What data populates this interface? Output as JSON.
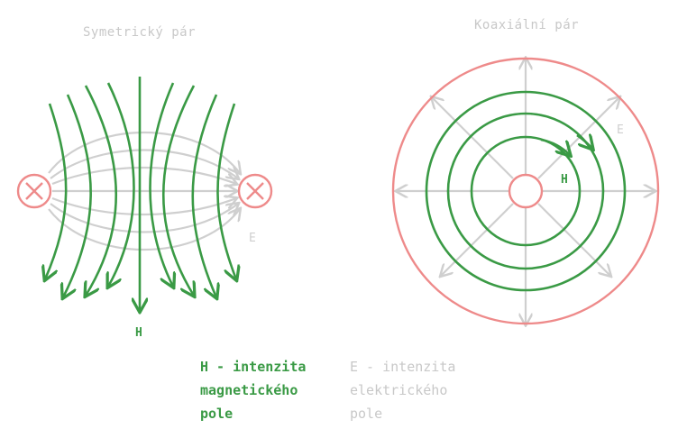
{
  "titles": {
    "symmetric": "Symetrický pár",
    "coaxial": "Koaxiální pár"
  },
  "labels": {
    "h_symmetric": "H",
    "e_symmetric": "E",
    "h_coaxial": "H",
    "e_coaxial": "E"
  },
  "legend": {
    "h": "H - intenzita\nmagnetického\npole",
    "e": "E - intenzita\nelektrického\npole"
  },
  "colors": {
    "magnetic_field": "#3a9a45",
    "electric_field": "#cfcfcf",
    "conductor": "#ee8a8a",
    "background": "#ffffff"
  },
  "icons": {
    "conductor_left": "cross-in-circle-icon",
    "conductor_right": "cross-in-circle-icon"
  }
}
